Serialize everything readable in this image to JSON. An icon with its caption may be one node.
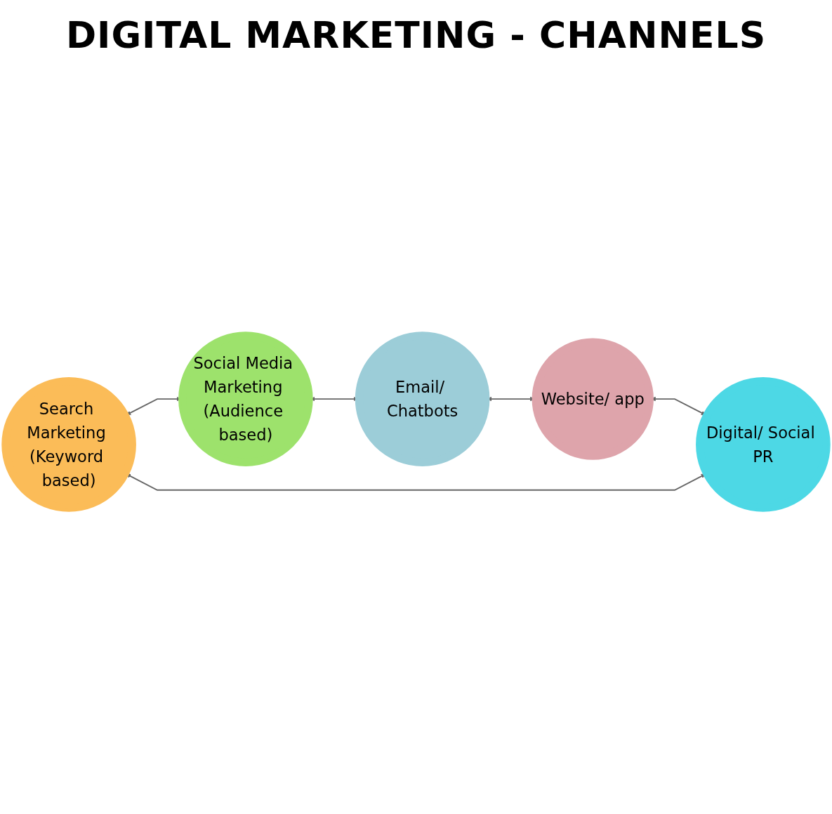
{
  "diagram": {
    "title": "DIGITAL MARKETING - CHANNELS",
    "nodes": [
      {
        "text": [
          "Search Marketing (Keyword based)"
        ]
      },
      {
        "text": [
          "Digital/ Social PR"
        ]
      },
      {
        "text": [
          "Social Media Marketing (Audience based)"
        ]
      },
      {
        "text": [
          "Website/ app"
        ]
      },
      {
        "text": [
          "Email/ Chatbots"
        ]
      }
    ],
    "edges": [
      {
        "from": 1,
        "to": 0,
        "arrow": "both"
      },
      {
        "from": 0,
        "to": 2,
        "arrow": "both"
      },
      {
        "from": 2,
        "to": 4,
        "arrow": "both"
      },
      {
        "from": 4,
        "to": 3,
        "arrow": "both"
      },
      {
        "from": 3,
        "to": 1,
        "arrow": "both"
      }
    ]
  }
}
